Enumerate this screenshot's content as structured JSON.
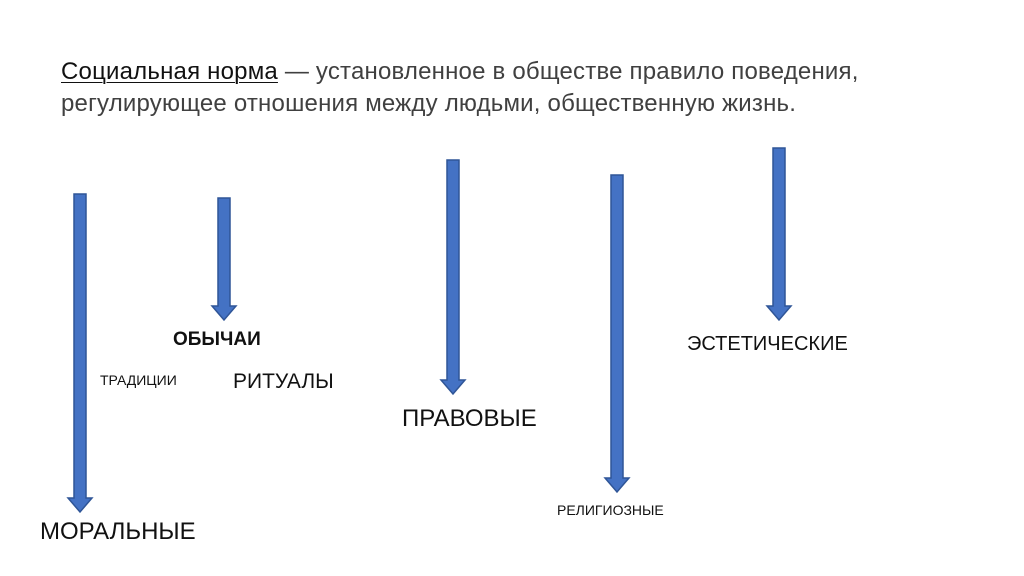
{
  "definition": {
    "term": "Социальная норма",
    "text": " — установленное в обществе правило поведения, регулирующее отношения между людьми, общественную жизнь."
  },
  "labels": {
    "moral": "МОРАЛЬНЫЕ",
    "customs": "ОБЫЧАИ",
    "traditions": "ТРАДИЦИИ",
    "rituals": "РИТУАЛЫ",
    "legal": "ПРАВОВЫЕ",
    "religious": "РЕЛИГИОЗНЫЕ",
    "aesthetic": "ЭСТЕТИЧЕСКИЕ"
  },
  "colors": {
    "arrow_fill": "#4472C4",
    "arrow_stroke": "#2F5597"
  }
}
